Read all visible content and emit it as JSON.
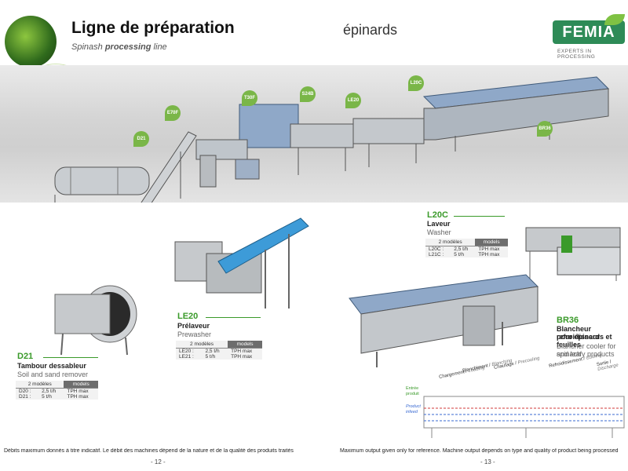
{
  "header": {
    "title": "Ligne de préparation",
    "subtitle_prefix": "Spinash ",
    "subtitle_bold": "processing",
    "subtitle_suffix": " line",
    "product": "épinards",
    "logo": "FEMIA",
    "logo_tagline": "EXPERTS IN PROCESSING"
  },
  "banner_pins": [
    "D21",
    "E70F",
    "T30F",
    "S24B",
    "LE20",
    "L20C",
    "BR36"
  ],
  "machines": {
    "d21": {
      "code": "D21",
      "name": "Tambour dessableur",
      "english": "Soil and sand remover",
      "table": {
        "col1": "2 modèles",
        "col2": "models",
        "rows": [
          {
            "model": "D20 :",
            "cap": "2,5 t/h",
            "unit": "TPH max"
          },
          {
            "model": "D21 :",
            "cap": "5 t/h",
            "unit": "TPH max"
          }
        ]
      }
    },
    "le20": {
      "code": "LE20",
      "name": "Prélaveur",
      "english": "Prewasher",
      "table": {
        "col1": "2 modèles",
        "col2": "models",
        "rows": [
          {
            "model": "LE20 :",
            "cap": "2,5 t/h",
            "unit": "TPH max"
          },
          {
            "model": "LE21 :",
            "cap": "5 t/h",
            "unit": "TPH max"
          }
        ]
      }
    },
    "l20c": {
      "code": "L20C",
      "name": "Laveur",
      "english": "Washer",
      "table": {
        "col1": "2 modèles",
        "col2": "models",
        "rows": [
          {
            "model": "L20C :",
            "cap": "2,5 t/h",
            "unit": "TPH max"
          },
          {
            "model": "L21C :",
            "cap": "5 t/h",
            "unit": "TPH max"
          }
        ]
      }
    },
    "br36": {
      "code": "BR36",
      "name_line1": "Blancheur refroidisseur",
      "name_line2": "pour épinards et feuilles",
      "english_line1": "Blancher cooler for spinach",
      "english_line2": "and leafy products"
    }
  },
  "diagram": {
    "stages": [
      {
        "fr": "Chargement",
        "en": "Loading"
      },
      {
        "fr": "Blanchiment",
        "en": "Blanching"
      },
      {
        "fr": "Chaufage",
        "en": "Precooling"
      },
      {
        "fr": "Refroidissement",
        "en": "Cooling"
      },
      {
        "fr": "Sortie",
        "en": "Discharge"
      }
    ],
    "entry_label_1": "Entrée",
    "entry_label_2": "produit",
    "infeed_label_1": "Product",
    "infeed_label_2": "infeed"
  },
  "footer": {
    "left_note": "Débits maximum donnés à titre indicatif. Le débit des machines dépend de la nature et de la qualité des produits traités",
    "left_page": "- 12 -",
    "right_note": "Maximum output given only for reference. Machine output depends on type and quality of product being processed",
    "right_page": "- 13 -"
  },
  "colors": {
    "accent_green": "#3a9a2a",
    "machine_blue": "#8fa8c8",
    "steel": "#b8bcc0"
  }
}
